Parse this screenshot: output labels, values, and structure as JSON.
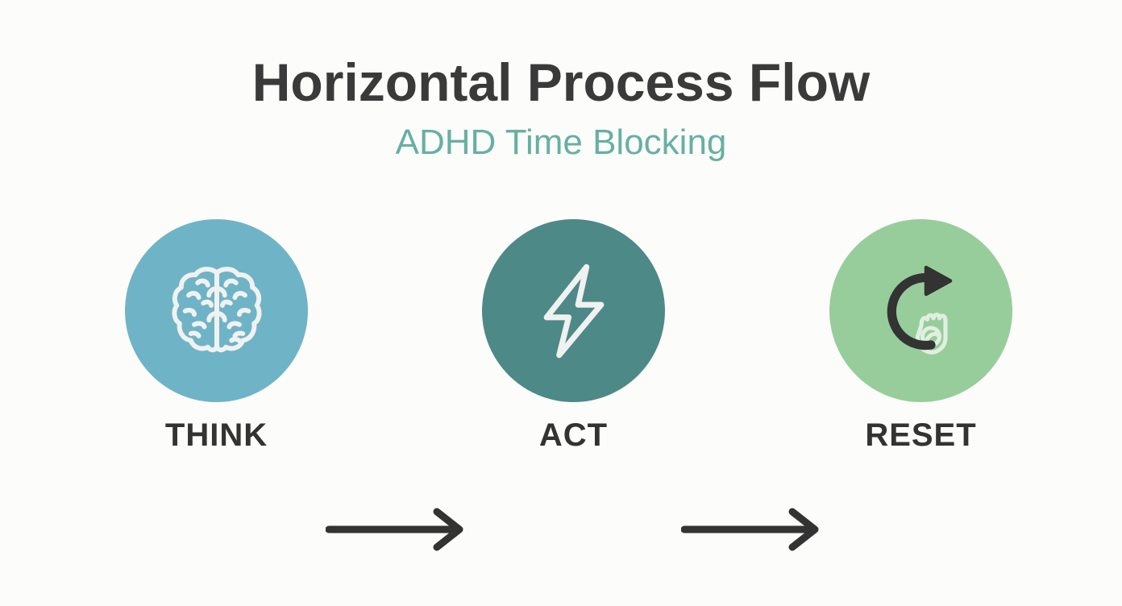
{
  "header": {
    "title": "Horizontal Process Flow",
    "subtitle": "ADHD Time Blocking"
  },
  "colors": {
    "background": "#fcfcfa",
    "title": "#3a3a3a",
    "subtitle": "#67b0a3",
    "label": "#333333",
    "arrow": "#333333",
    "step_think": "#6fb4c6",
    "step_act": "#4d8987",
    "step_reset": "#97cd9b",
    "icon_light": "#f0f2f1",
    "icon_dark": "#333333"
  },
  "flow": {
    "steps": [
      {
        "label": "THINK",
        "icon": "brain-icon",
        "color": "#6fb4c6"
      },
      {
        "label": "ACT",
        "icon": "lightning-bolt-icon",
        "color": "#4d8987"
      },
      {
        "label": "RESET",
        "icon": "reset-arrow-icon",
        "color": "#97cd9b"
      }
    ],
    "connectors": [
      {
        "icon": "arrow-right-icon",
        "from": "THINK",
        "to": "ACT"
      },
      {
        "icon": "arrow-right-icon",
        "from": "ACT",
        "to": "RESET"
      }
    ]
  }
}
